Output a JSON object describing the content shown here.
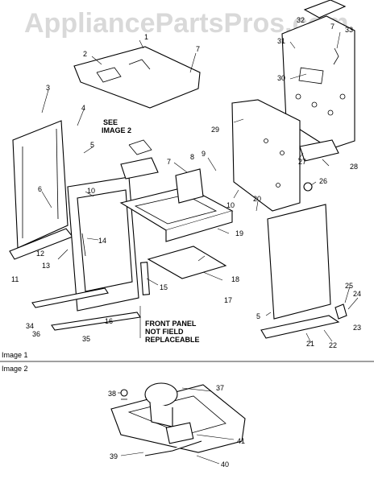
{
  "watermark": "AppliancePartsPros.com",
  "callouts": [
    "1",
    "2",
    "3",
    "4",
    "5",
    "6",
    "7",
    "8",
    "9",
    "10",
    "11",
    "12",
    "13",
    "14",
    "15",
    "16",
    "17",
    "18",
    "19",
    "20",
    "21",
    "22",
    "23",
    "24",
    "25",
    "26",
    "27",
    "28",
    "29",
    "30",
    "31",
    "32",
    "33",
    "34",
    "35",
    "36",
    "37",
    "38",
    "39",
    "40",
    "41"
  ],
  "notes": {
    "see_image": [
      "SEE",
      "IMAGE 2"
    ],
    "front_panel": [
      "FRONT PANEL",
      "NOT FIELD",
      "REPLACEABLE"
    ]
  },
  "sections": {
    "image1": "Image 1",
    "image2": "Image 2"
  }
}
